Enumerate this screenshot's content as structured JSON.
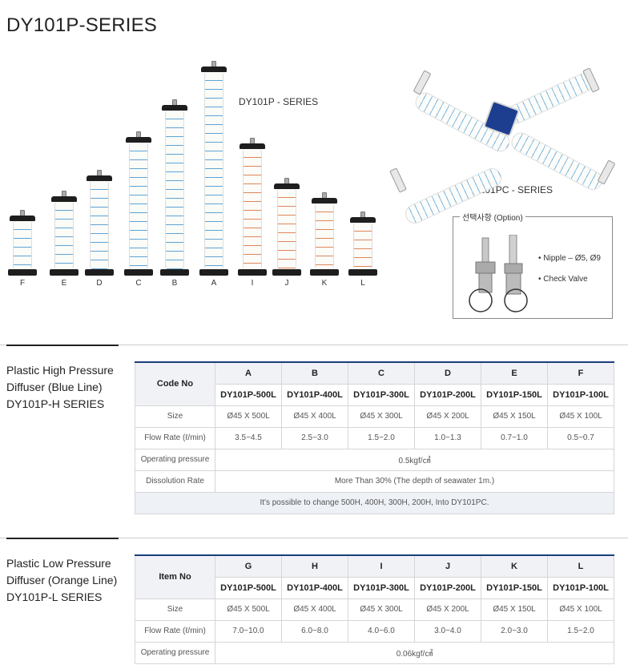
{
  "page_title": "DY101P-SERIES",
  "figure": {
    "series_label_p": "DY101P - SERIES",
    "series_label_pc": "DY101PC - SERIES",
    "letters": [
      "F",
      "E",
      "D",
      "C",
      "B",
      "A",
      "I",
      "J",
      "K",
      "L"
    ],
    "option": {
      "title": "선택사항 (Option)",
      "items": [
        "• Nipple – Ø5, Ø9",
        "• Check Valve"
      ]
    }
  },
  "high": {
    "title_lines": [
      "Plastic High Pressure",
      "Diffuser (Blue Line)",
      "DY101P-H SERIES"
    ],
    "code_label": "Code No",
    "letters": [
      "A",
      "B",
      "C",
      "D",
      "E",
      "F"
    ],
    "codes": [
      "DY101P-500L",
      "DY101P-400L",
      "DY101P-300L",
      "DY101P-200L",
      "DY101P-150L",
      "DY101P-100L"
    ],
    "size_label": "Size",
    "sizes": [
      "Ø45 X 500L",
      "Ø45 X 400L",
      "Ø45 X 300L",
      "Ø45 X 200L",
      "Ø45 X 150L",
      "Ø45 X 100L"
    ],
    "flow_label": "Flow Rate (ℓ/min)",
    "flows": [
      "3.5~4.5",
      "2.5~3.0",
      "1.5~2.0",
      "1.0~1.3",
      "0.7~1.0",
      "0.5~0.7"
    ],
    "pressure_label": "Operating pressure",
    "pressure_value": "0.5kgf/㎠",
    "dissolution_label": "Dissolution Rate",
    "dissolution_value": "More Than 30% (The depth of seawater 1m.)",
    "note": "It's possible to change 500H, 400H, 300H, 200H, Into DY101PC."
  },
  "low": {
    "title_lines": [
      "Plastic Low Pressure",
      "Diffuser (Orange Line)",
      "DY101P-L SERIES"
    ],
    "code_label": "Item No",
    "letters": [
      "G",
      "H",
      "I",
      "J",
      "K",
      "L"
    ],
    "codes": [
      "DY101P-500L",
      "DY101P-400L",
      "DY101P-300L",
      "DY101P-200L",
      "DY101P-150L",
      "DY101P-100L"
    ],
    "size_label": "Size",
    "sizes": [
      "Ø45 X 500L",
      "Ø45 X 400L",
      "Ø45 X 300L",
      "Ø45 X 200L",
      "Ø45 X 150L",
      "Ø45 X 100L"
    ],
    "flow_label": "Flow Rate (ℓ/min)",
    "flows": [
      "7.0~10.0",
      "6.0~8.0",
      "4.0~6.0",
      "3.0~4.0",
      "2.0~3.0",
      "1.5~2.0"
    ],
    "pressure_label": "Operating pressure",
    "pressure_value": "0.06kgf/㎠"
  },
  "colors": {
    "blue_line": "#5fa4d6",
    "orange_line": "#e0865a",
    "table_accent": "#1b3f7a",
    "cross_center": "#1d3e8f"
  }
}
